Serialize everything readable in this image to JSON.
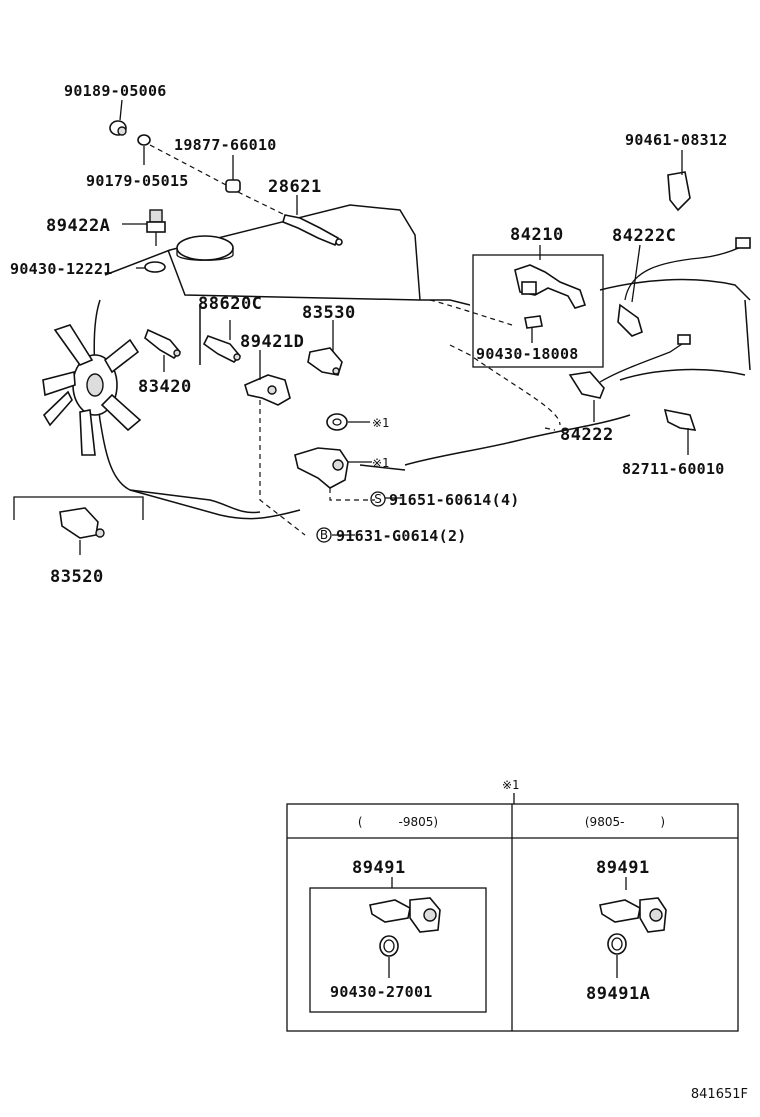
{
  "diagram": {
    "figure_code": "841651F",
    "note_mark": "※1",
    "labels": {
      "p90189_05006": "90189-05006",
      "p90179_05015": "90179-05015",
      "p19877_66010": "19877-66010",
      "p28621": "28621",
      "p89422A": "89422A",
      "p90430_12221": "90430-12221",
      "p88620C": "88620C",
      "p83530": "83530",
      "p89421D": "89421D",
      "p83420": "83420",
      "p84210": "84210",
      "p90430_18008": "90430-18008",
      "p84222C": "84222C",
      "p90461_08312": "90461-08312",
      "p84222": "84222",
      "p82711_60010": "82711-60010",
      "p91651_60614": "91651-60614(4)",
      "p91631_G0614": "91631-G0614(2)",
      "p83520": "83520",
      "p89491_left": "89491",
      "p90430_27001": "90430-27001",
      "p89491_right": "89491",
      "p89491A": "89491A"
    },
    "circle_marks": {
      "s": "S",
      "b": "B"
    },
    "table": {
      "left_header": "(　　　-9805)",
      "right_header": "(9805-　　　)"
    }
  }
}
